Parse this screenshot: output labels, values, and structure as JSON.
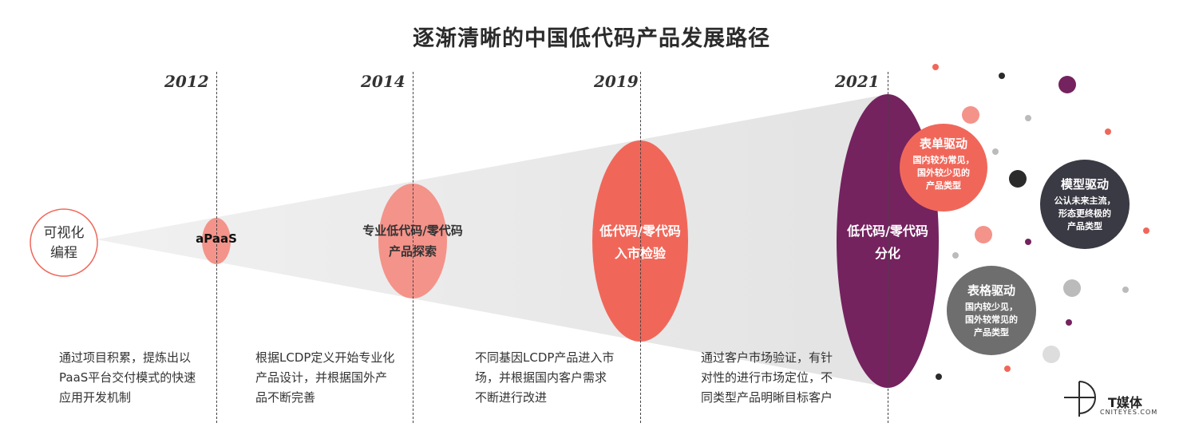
{
  "title": "逐渐清晰的中国低代码产品发展路径",
  "years": [
    "2012",
    "2014",
    "2019",
    "2021"
  ],
  "start_node": "可视化\n编程",
  "stages": [
    {
      "label": "aPaaS"
    },
    {
      "label": "专业低代码/零代码\n产品探索"
    },
    {
      "label": "低代码/零代码\n入市检验"
    },
    {
      "label": "低代码/零代码\n分化"
    }
  ],
  "descriptions": [
    "通过项目积累，提炼出以\nPaaS平台交付模式的快速\n应用开发机制",
    "根据LCDP定义开始专业化\n产品设计，并根据国外产\n品不断完善",
    "不同基因LCDP产品进入市\n场，并根据国内客户需求\n不断进行改进",
    "通过客户市场验证，有针\n对性的进行市场定位，不\n同类型产品明晰目标客户"
  ],
  "branches": [
    {
      "title": "表单驱动",
      "text": "国内较为常见，\n国外较少见的\n产品类型",
      "color": "#f0675a"
    },
    {
      "title": "模型驱动",
      "text": "公认未来主流，\n形态更终极的\n产品类型",
      "color": "#3a3a44"
    },
    {
      "title": "表格驱动",
      "text": "国内较少见，\n国外较常见的\n产品类型",
      "color": "#6e6e6e"
    }
  ],
  "logo": {
    "name": "T媒体",
    "sub": "CNITEYES.COM"
  },
  "colors": {
    "salmon_light": "#f4938a",
    "salmon": "#f0675a",
    "plum": "#74235f",
    "dark": "#3a3a44",
    "gray": "#6e6e6e"
  }
}
